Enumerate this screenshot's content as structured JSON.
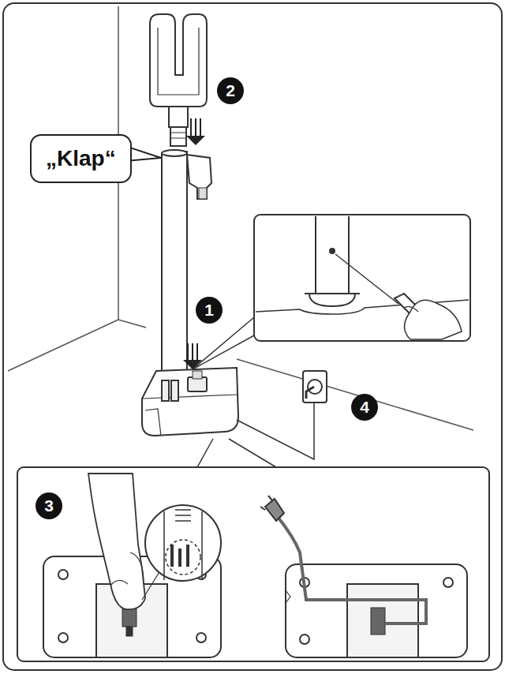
{
  "diagram": {
    "nodes": [
      {
        "text": [
          "„Klap“"
        ]
      }
    ],
    "labels": [
      "2",
      "1",
      "4",
      "3"
    ]
  }
}
